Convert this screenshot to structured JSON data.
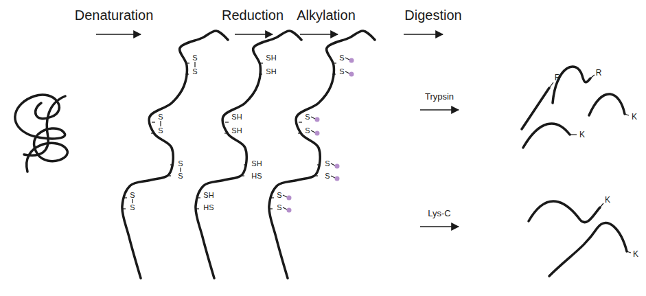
{
  "diagram": {
    "labels": [
      "Denaturation",
      "Reduction",
      "Alkylation",
      "Digestion",
      "S",
      "S",
      "S",
      "S",
      "S",
      "S",
      "S",
      "S",
      "SH",
      "SH",
      "SH",
      "SH",
      "SH",
      "HS",
      "SH",
      "HS",
      "S",
      "S",
      "S",
      "S",
      "S",
      "S",
      "S",
      "S",
      "Trypsin",
      "Lys-C",
      "R",
      "R",
      "K",
      "K",
      "K",
      "K"
    ]
  }
}
